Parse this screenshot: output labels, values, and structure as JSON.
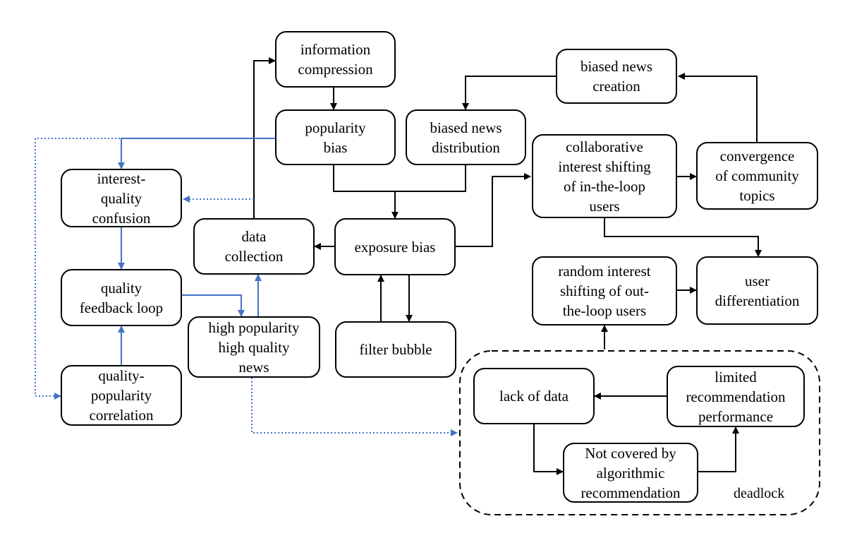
{
  "nodes": {
    "information_compression": "information\ncompression",
    "popularity_bias": "popularity\nbias",
    "biased_news_distribution": "biased news\ndistribution",
    "biased_news_creation": "biased news\ncreation",
    "interest_quality_confusion": "interest-\nquality\nconfusion",
    "data_collection": "data\ncollection",
    "exposure_bias": "exposure bias",
    "collaborative_interest_shifting": "collaborative\ninterest shifting\nof  in-the-loop\nusers",
    "convergence_of_community_topics": "convergence\nof community\ntopics",
    "quality_feedback_loop": "quality\nfeedback loop",
    "high_popularity_high_quality_news": "high popularity\nhigh quality\nnews",
    "filter_bubble": "filter bubble",
    "random_interest_shifting": "random interest\nshifting of  out-\nthe-loop users",
    "user_differentiation": "user\ndifferentiation",
    "quality_popularity_correlation": "quality-\npopularity\ncorrelation",
    "lack_of_data": "lack of data",
    "limited_recommendation_performance": "limited\nrecommendation\nperformance",
    "not_covered_by_algorithmic_recommendation": "Not covered by\nalgorithmic\nrecommendation"
  },
  "group_label": "deadlock",
  "colors": {
    "black": "#000000",
    "blue": "#4472C4"
  }
}
